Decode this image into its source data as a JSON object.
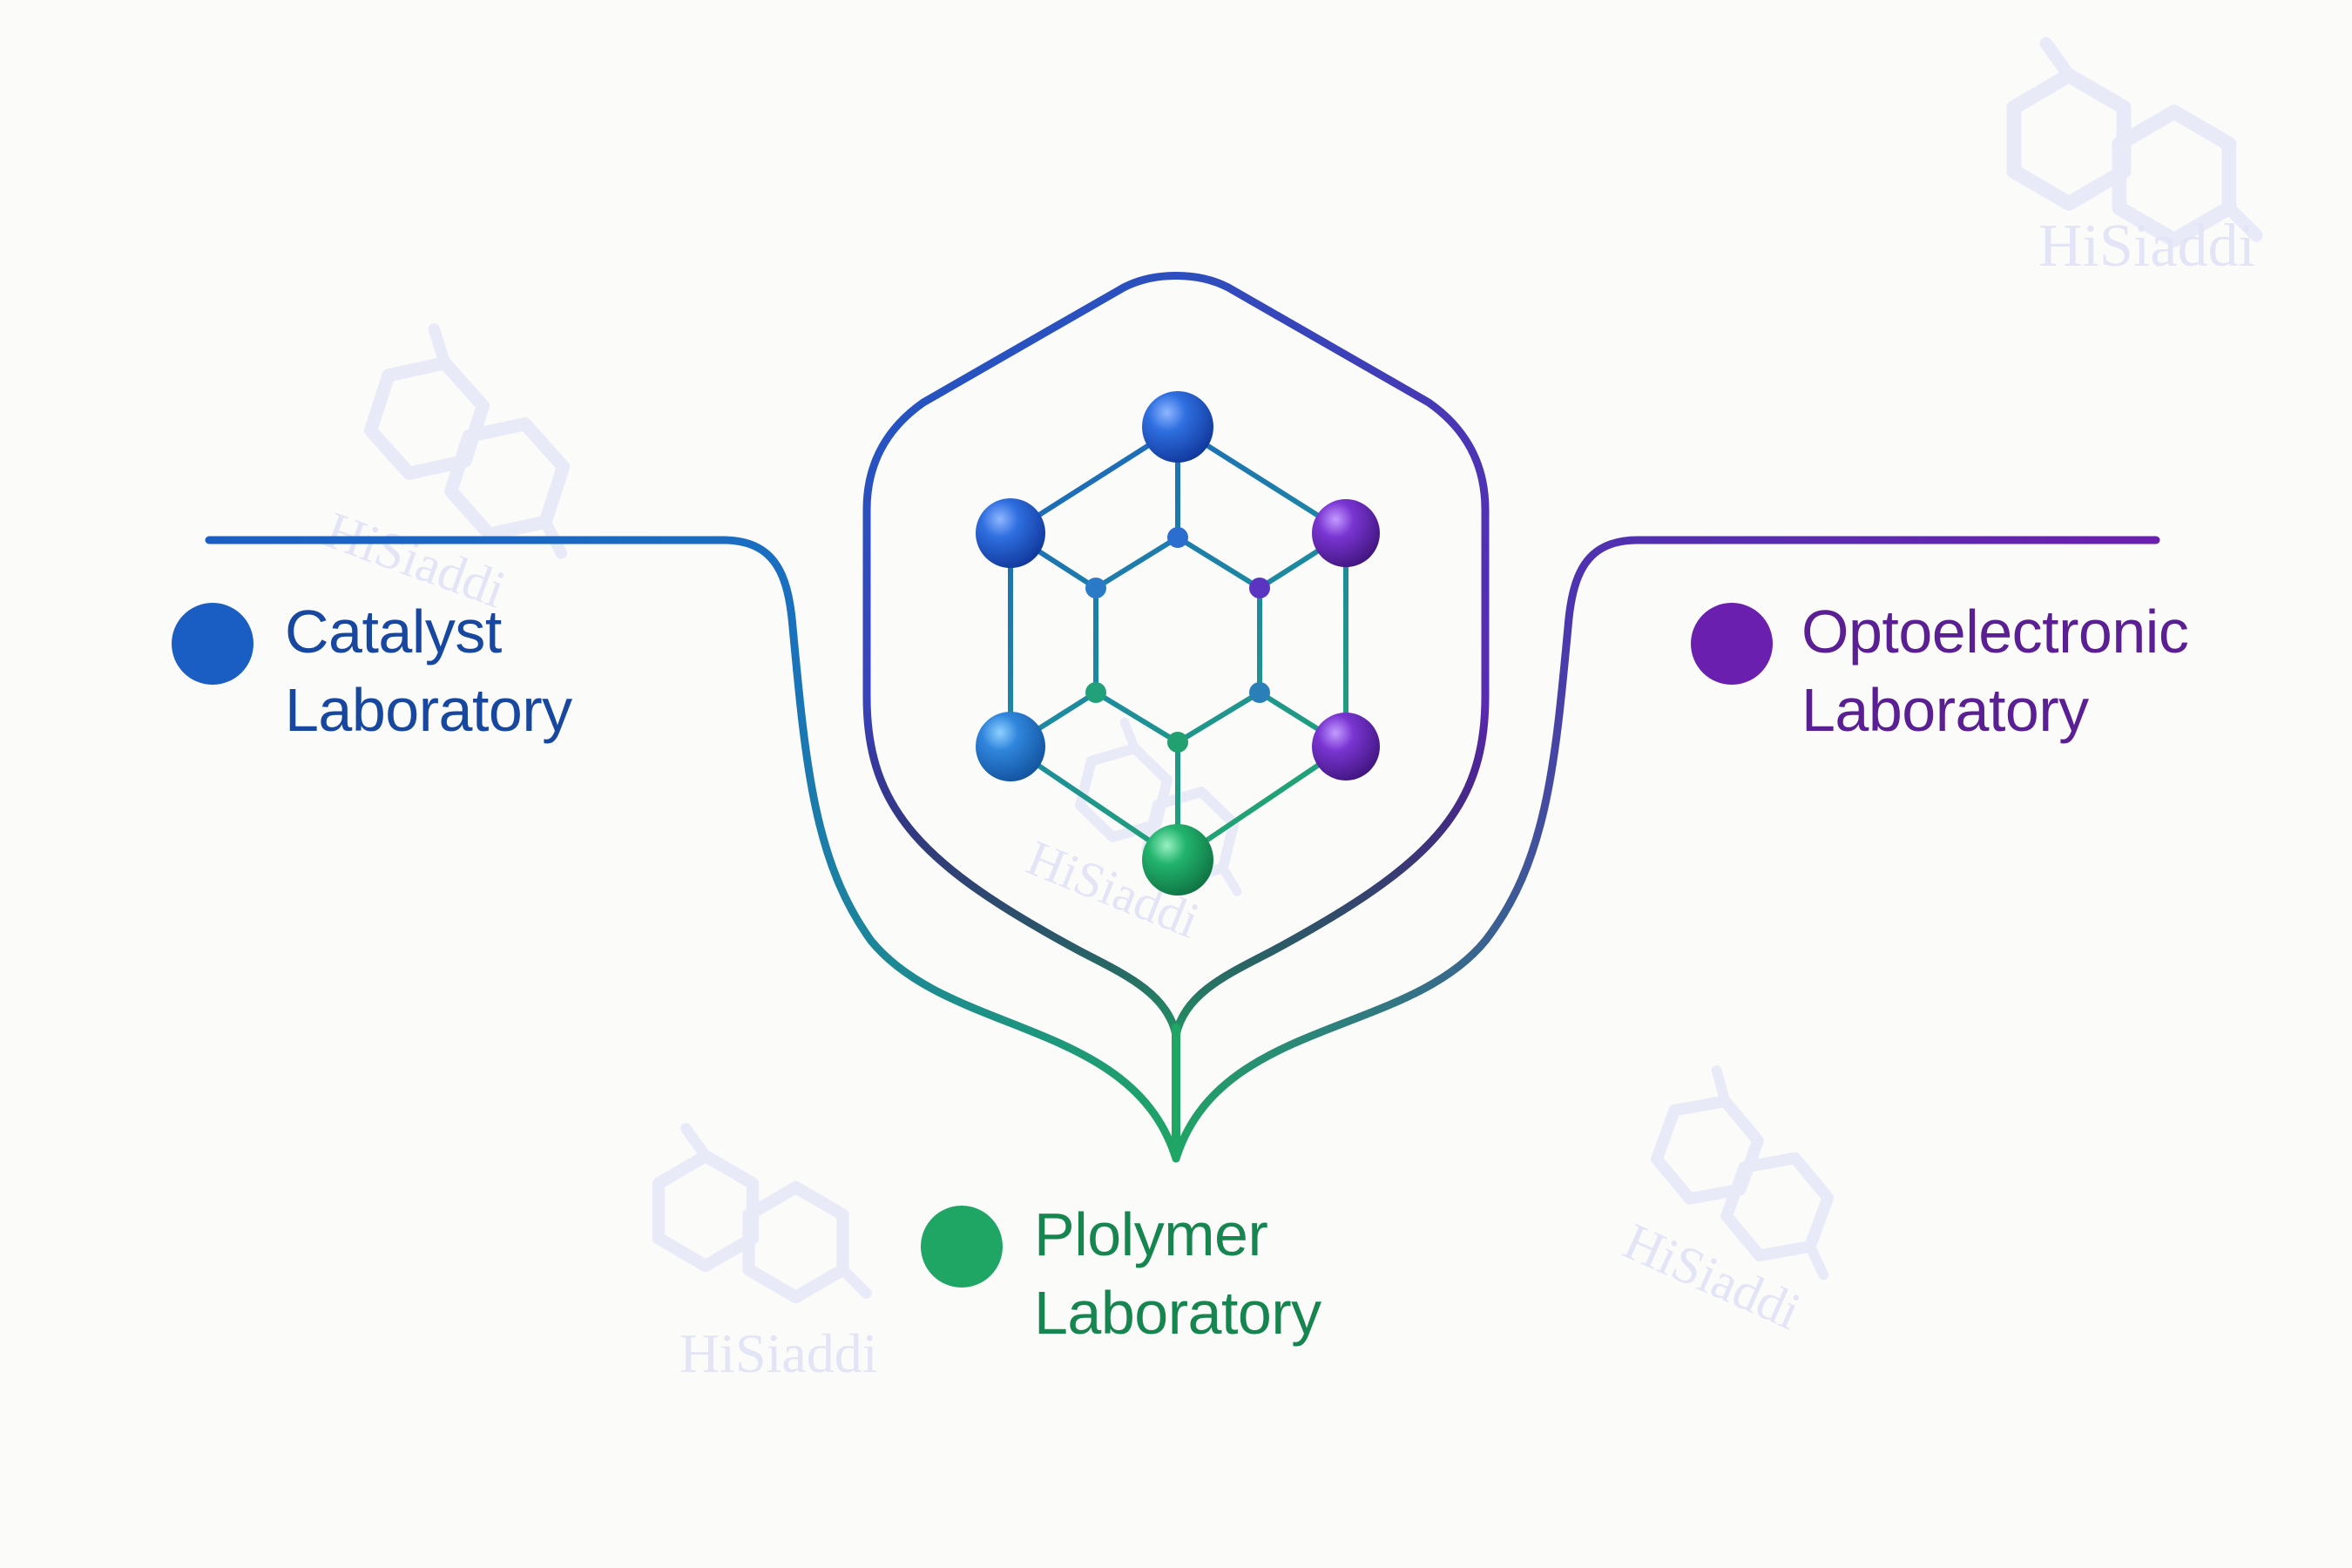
{
  "colors": {
    "background": "#fbfbfa",
    "catalyst": "#1a5ec4",
    "catalyst_text": "#17479e",
    "polymer": "#1fa564",
    "polymer_text": "#16854f",
    "optoelectronic": "#6b1fae",
    "optoelectronic_text": "#5a1f92",
    "watermark": "#e7e8f8"
  },
  "labs": {
    "catalyst": {
      "line1": "Catalyst",
      "line2": "Laboratory",
      "marker_icon": "circle-marker"
    },
    "polymer": {
      "line1": "Plolymer",
      "line2": "Laboratory",
      "marker_icon": "circle-marker"
    },
    "optoelectronic": {
      "line1": "Optoelectronic",
      "line2": "Laboratory",
      "marker_icon": "circle-marker"
    }
  },
  "center_icon": "molecule-icon",
  "watermark": {
    "text": "HiSiaddi",
    "icon": "hexagon-logo-icon"
  }
}
